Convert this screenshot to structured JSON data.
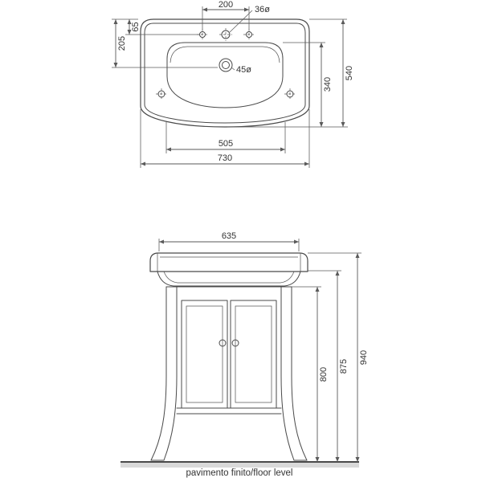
{
  "colors": {
    "line": "#4a4a4a",
    "dim_line": "#5a5a5a",
    "text": "#333333",
    "floor_band": "#d9d9d9"
  },
  "sink_plan_view": {
    "dimensions": {
      "tap_hole_spacing": "200",
      "tap_hole_diameter": "36ø",
      "rim_to_tap_holes": "65",
      "rim_to_drain": "205",
      "drain_diameter": "45ø",
      "bowl_front_depth": "340",
      "overall_depth": "540",
      "front_width": "505",
      "overall_width": "730"
    }
  },
  "cabinet_front_view": {
    "dimensions": {
      "top_width": "635",
      "underside_height": "800",
      "rim_height": "875",
      "overall_height": "940"
    },
    "floor_label": "pavimento finito/floor level"
  }
}
